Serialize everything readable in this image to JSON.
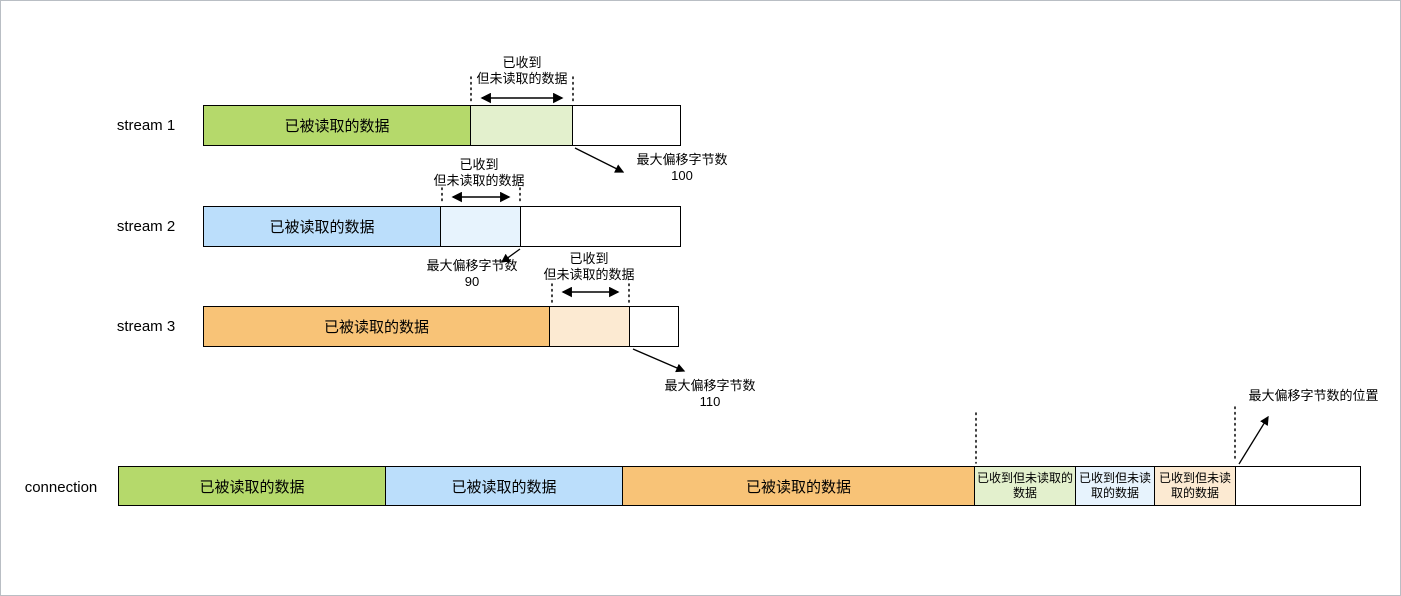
{
  "diagram": {
    "streams": [
      {
        "name": "stream 1",
        "read_label": "已被读取的数据",
        "received_line1": "已收到",
        "received_line2": "但未读取的数据",
        "max_offset_label": "最大偏移字节数",
        "max_offset_value": "100"
      },
      {
        "name": "stream 2",
        "read_label": "已被读取的数据",
        "received_line1": "已收到",
        "received_line2": "但未读取的数据",
        "max_offset_label": "最大偏移字节数",
        "max_offset_value": "90"
      },
      {
        "name": "stream 3",
        "read_label": "已被读取的数据",
        "received_line1": "已收到",
        "received_line2": "但未读取的数据",
        "max_offset_label": "最大偏移字节数",
        "max_offset_value": "110"
      }
    ],
    "connection": {
      "name": "connection",
      "read_segments": [
        {
          "label": "已被读取的数据"
        },
        {
          "label": "已被读取的数据"
        },
        {
          "label": "已被读取的数据"
        }
      ],
      "received_segments": [
        {
          "line1": "已收到但未读取的",
          "line2": "数据"
        },
        {
          "line1": "已收到但未读",
          "line2": "取的数据"
        },
        {
          "line1": "已收到但未读",
          "line2": "取的数据"
        }
      ],
      "max_offset_position_label": "最大偏移字节数的位置"
    },
    "colors": {
      "stream1_read": "#b5d96b",
      "stream1_unread": "#e3f0cd",
      "stream2_read": "#bbdefb",
      "stream2_unread": "#e7f3fd",
      "stream3_read": "#f8c377",
      "stream3_unread": "#fcead2",
      "outline": "#000000"
    }
  }
}
